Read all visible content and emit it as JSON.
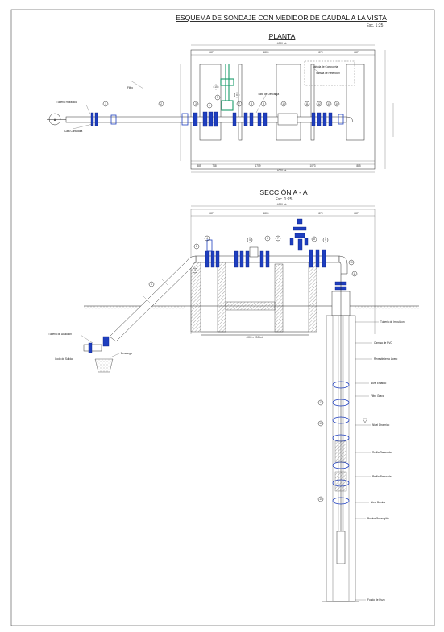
{
  "title": "ESQUEMA DE SONDAJE CON MEDIDOR DE CAUDAL A LA VISTA",
  "title_scale": "Esc. 1:25",
  "plan": {
    "title": "PLANTA",
    "circle_label": "A",
    "dim_top_total": "4000 tot.",
    "dims_top": [
      "887",
      "1800",
      "870",
      "887"
    ],
    "dims_bottom": [
      "885",
      "748",
      "1709",
      "1073",
      "885"
    ],
    "dim_bottom_total": "4000 tot.",
    "callouts": [
      "Tuberia Hidraulica",
      "Caja Contadora",
      "Valvula de Compuerta",
      "Valvula de Retencion",
      "Tubo de Descarga",
      "Filtro"
    ],
    "balloons": [
      "1",
      "2",
      "3",
      "4",
      "5",
      "6",
      "7",
      "8",
      "9",
      "10",
      "11",
      "12",
      "13",
      "14",
      "15"
    ]
  },
  "section": {
    "title": "SECCIÓN  A - A",
    "scale": "Esc. 1:25",
    "dim_top_total": "4000 tot.",
    "dims_top": [
      "887",
      "1800",
      "870",
      "887"
    ],
    "dim_bottom": "4000 x 200 tot.",
    "left_callouts": [
      "Tuberia de Aduccion",
      "Codo de Salida",
      "Descarga"
    ],
    "right_labels": [
      "Tuberia de Impulsion",
      "Camisa de PVC",
      "Revestimiento Acero",
      "Nivel Estatico",
      "Filtro Grava",
      "Nivel Dinamico",
      "Rejilla Ranurada",
      "Rejilla Ranurada",
      "Nivel Bomba",
      "Bomba Sumergible",
      "Fondo de Pozo"
    ],
    "balloons": [
      "1",
      "2",
      "3",
      "4",
      "5",
      "6",
      "7",
      "8",
      "9",
      "10",
      "11",
      "12",
      "13",
      "14"
    ]
  }
}
